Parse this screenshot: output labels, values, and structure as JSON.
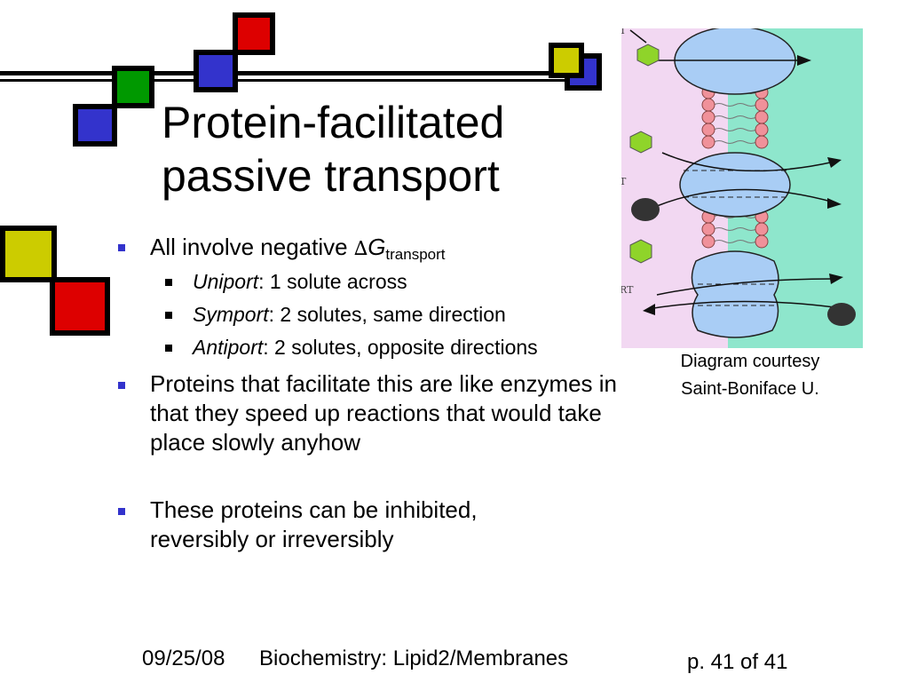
{
  "title": {
    "line1": "Protein-facilitated",
    "line2": "passive transport"
  },
  "bullets": {
    "b1": {
      "text": "All involve negative ",
      "delta": "∆",
      "g": "G",
      "sub": "transport"
    },
    "sub1": {
      "term": "Uniport",
      "rest": ": 1 solute across"
    },
    "sub2": {
      "term": "Symport",
      "rest": ": 2 solutes, same direction"
    },
    "sub3": {
      "term": "Antiport",
      "rest": ": 2 solutes, opposite directions"
    },
    "b2": "Proteins that facilitate this are like enzymes in that they speed up reactions that would take place slowly anyhow",
    "b3": "These proteins can be inhibited, reversibly or irreversibly"
  },
  "caption": {
    "line1": "Diagram courtesy",
    "line2": "Saint-Boniface U."
  },
  "diagram": {
    "edge_text_1": "T",
    "edge_text_2": "T",
    "edge_text_3": "RT"
  },
  "footer": {
    "date": "09/25/08",
    "course": "Biochemistry: Lipid2/Membranes",
    "page": "p. 41 of 41"
  },
  "colors": {
    "red": "#dd0000",
    "green": "#009900",
    "blue": "#3333cc",
    "yellow": "#cccc00",
    "diagram_left_bg": "#f2d8f2",
    "diagram_right_bg": "#8ee6cc",
    "protein": "#a9cdf5",
    "lipid_head": "#f0919a",
    "solute_green": "#8fd42a",
    "solute_dark": "#333333"
  }
}
